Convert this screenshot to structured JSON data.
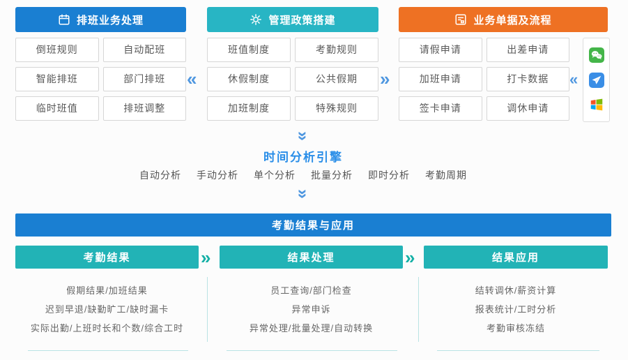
{
  "blocks": [
    {
      "title": "排班业务处理",
      "icon": "calendar-icon",
      "color": "#1a7fd2",
      "items": [
        "倒班规则",
        "自动配班",
        "智能排班",
        "部门排班",
        "临时班值",
        "排班调整"
      ]
    },
    {
      "title": "管理政策搭建",
      "icon": "gear-icon",
      "color": "#28b5c4",
      "items": [
        "班值制度",
        "考勤规则",
        "休假制度",
        "公共假期",
        "加班制度",
        "特殊规则"
      ]
    },
    {
      "title": "业务单据及流程",
      "icon": "form-flow-icon",
      "color": "#ee7123",
      "items": [
        "请假申请",
        "出差申请",
        "加班申请",
        "打卡数据",
        "签卡申请",
        "调休申请"
      ]
    }
  ],
  "connectors": {
    "left_double": "«",
    "right_double": "»"
  },
  "channel_icons": [
    "wechat-icon",
    "paper-plane-app-icon",
    "windows-icon"
  ],
  "engine": {
    "title": "时间分析引擎",
    "modes": [
      "自动分析",
      "手动分析",
      "单个分析",
      "批量分析",
      "即时分析",
      "考勤周期"
    ]
  },
  "results": {
    "banner": "考勤结果与应用",
    "sections": [
      {
        "title": "考勤结果",
        "items": [
          "假期结果/加班结果",
          "迟到早退/缺勤旷工/缺时漏卡",
          "实际出勤/上班时长和个数/综合工时"
        ]
      },
      {
        "title": "结果处理",
        "items": [
          "员工查询/部门检查",
          "异常申诉",
          "异常处理/批量处理/自动转换"
        ]
      },
      {
        "title": "结果应用",
        "items": [
          "结转调休/薪资计算",
          "报表统计/工时分析",
          "考勤审核冻结"
        ]
      }
    ]
  },
  "colors": {
    "blue": "#1a7fd2",
    "teal": "#28b5c4",
    "orange": "#ee7123",
    "result_teal": "#22b3b6",
    "chevron_blue": "#4f97e0",
    "chevron_teal": "#15b0a6",
    "engine_text": "#2a8ee8",
    "wechat_green": "#44b549",
    "app_blue": "#3a8ee6"
  }
}
